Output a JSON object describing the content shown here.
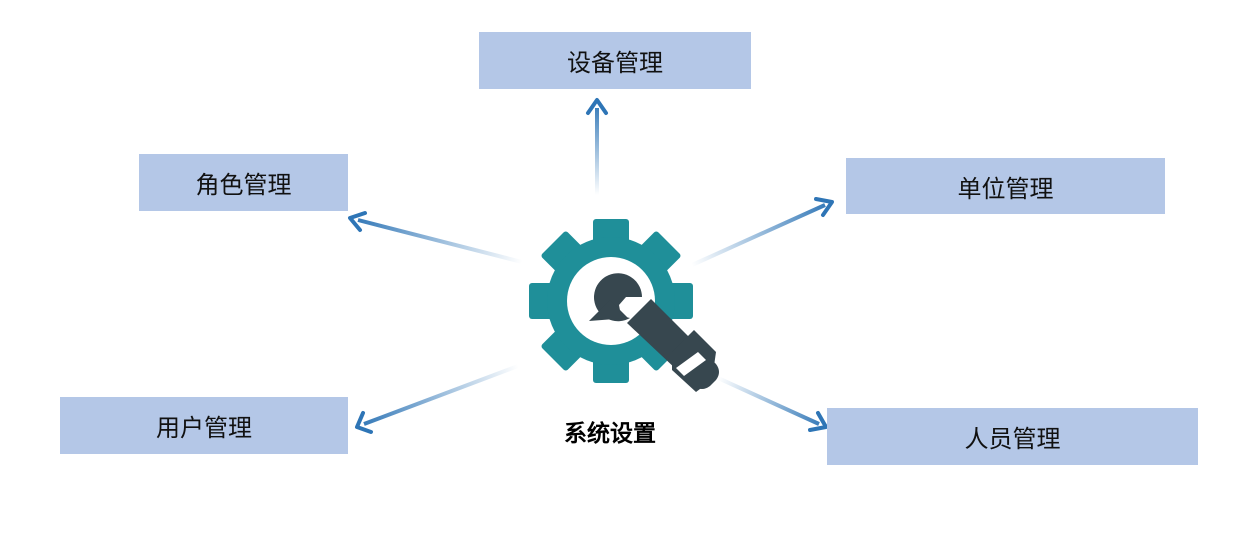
{
  "center": {
    "label": "系统设置",
    "icon": "gear-wrench-icon"
  },
  "nodes": {
    "top": {
      "label": "设备管理"
    },
    "role": {
      "label": "角色管理"
    },
    "unit": {
      "label": "单位管理"
    },
    "user": {
      "label": "用户管理"
    },
    "staff": {
      "label": "人员管理"
    }
  },
  "colors": {
    "node_fill": "#b4c7e7",
    "gear": "#1f8f99",
    "wrench": "#37474f",
    "arrow": "#2e75b6"
  }
}
